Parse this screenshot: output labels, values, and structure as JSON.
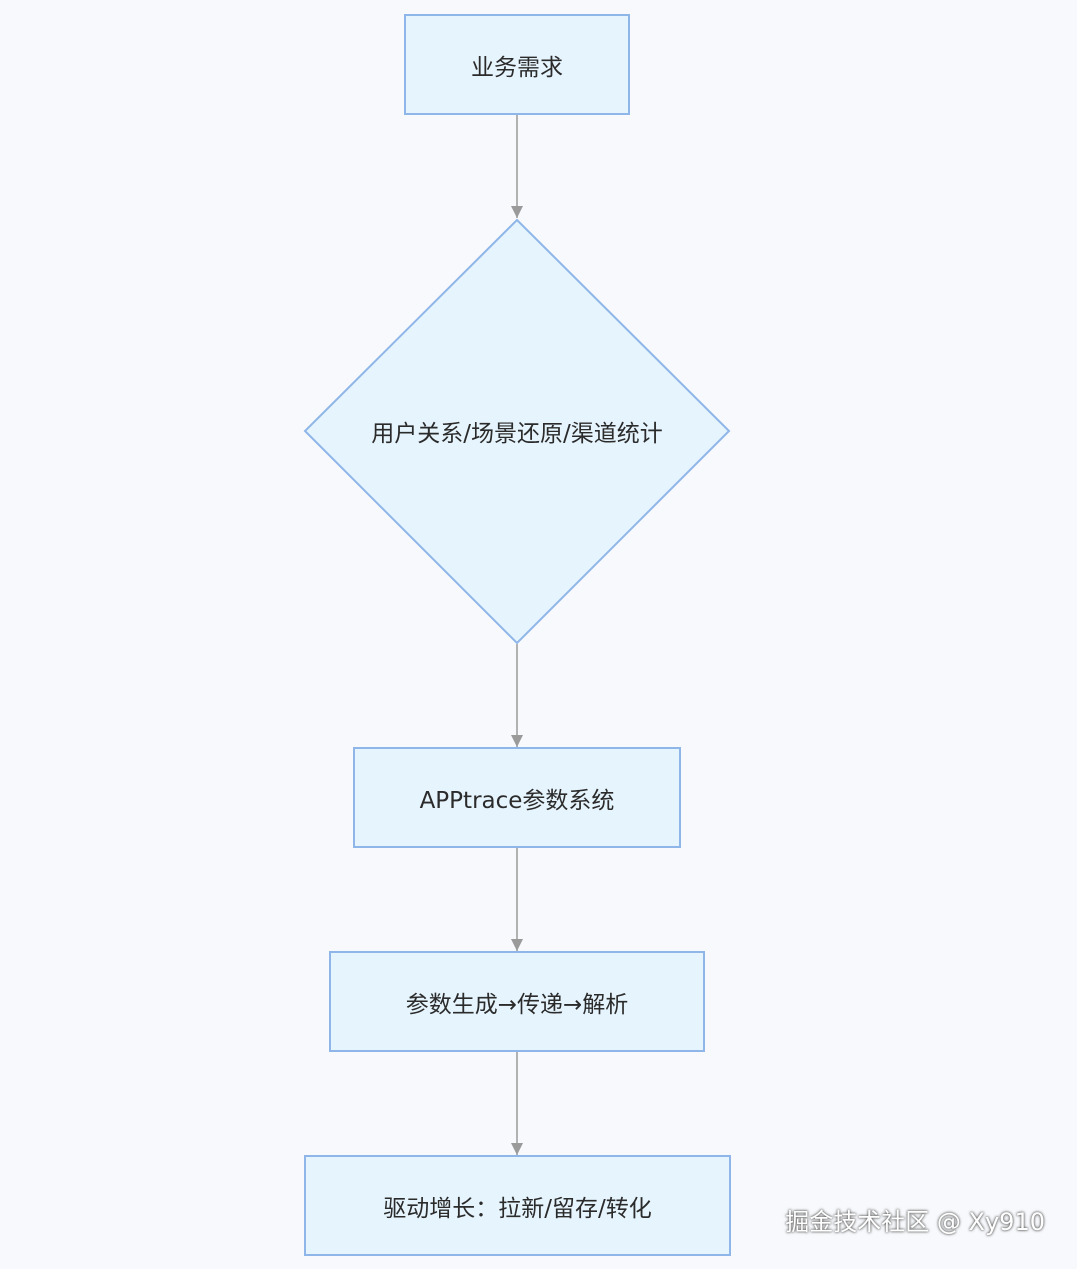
{
  "diagram": {
    "nodes": {
      "business_needs": "业务需求",
      "decision": "用户关系/场景还原/渠道统计",
      "param_system": "APPtrace参数系统",
      "param_flow": "参数生成→传递→解析",
      "growth": "驱动增长：拉新/留存/转化"
    },
    "colors": {
      "node_fill": "#e6f4fd",
      "node_stroke": "#8fb6e8",
      "edge": "#9a9a9a",
      "background": "#f7f9fc",
      "text": "#2b2b2b"
    }
  },
  "watermark": "掘金技术社区 @ Xy910"
}
